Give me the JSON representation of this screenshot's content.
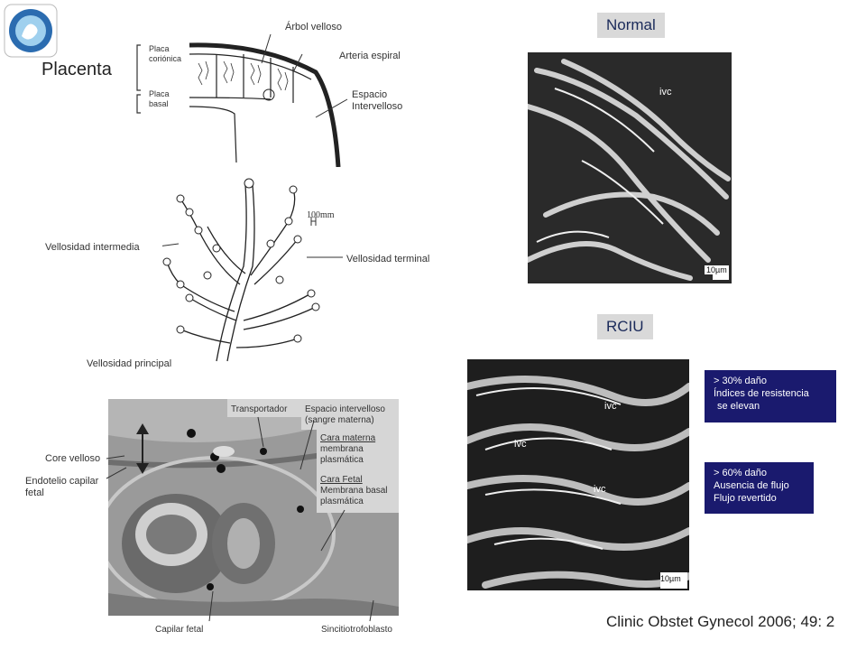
{
  "logo": {
    "name": "uterus-logo"
  },
  "title": "Placenta",
  "diagram_top": {
    "placa_corionica": "Placa coriónica",
    "placa_basal": "Placa basal",
    "arbol_velloso": "Árbol velloso",
    "arteria_espiral": "Arteria espiral",
    "espacio_intervelloso": "Espacio Intervelloso"
  },
  "diagram_villi": {
    "vellosidad_intermedia": "Vellosidad intermedia",
    "vellosidad_terminal": "Vellosidad terminal",
    "vellosidad_principal": "Vellosidad principal",
    "scale": "100mm"
  },
  "micrograph": {
    "transportador": "Transportador",
    "espacio_intervelloso": "Espacio intervelloso (sangre materna)",
    "cara_materna_title": "Cara materna",
    "cara_materna_desc": "membrana plasmática",
    "cara_fetal_title": "Cara Fetal",
    "cara_fetal_desc": "Membrana basal plasmática",
    "core_velloso": "Core velloso",
    "endotelio": "Endotelio capilar fetal",
    "capilar_fetal": "Capilar fetal",
    "sincitio": "Sincitiotrofoblasto"
  },
  "normal": {
    "label": "Normal",
    "photo_label": "ivc",
    "scale": "10µm"
  },
  "rciu": {
    "label": "RCIU",
    "photo_label": "ivc",
    "scale": "10µm"
  },
  "box_30": {
    "line1": "> 30%   daño",
    "line2": "Índices de resistencia",
    "line3": "se elevan"
  },
  "box_60": {
    "line1": "> 60%   daño",
    "line2": "Ausencia de flujo",
    "line3": "Flujo revertido"
  },
  "citation": "Clinic Obstet Gynecol 2006; 49: 2",
  "colors": {
    "box_bg": "#1a1a6e",
    "pill_bg": "#d9d9d9",
    "pill_text": "#1a2a5a"
  }
}
